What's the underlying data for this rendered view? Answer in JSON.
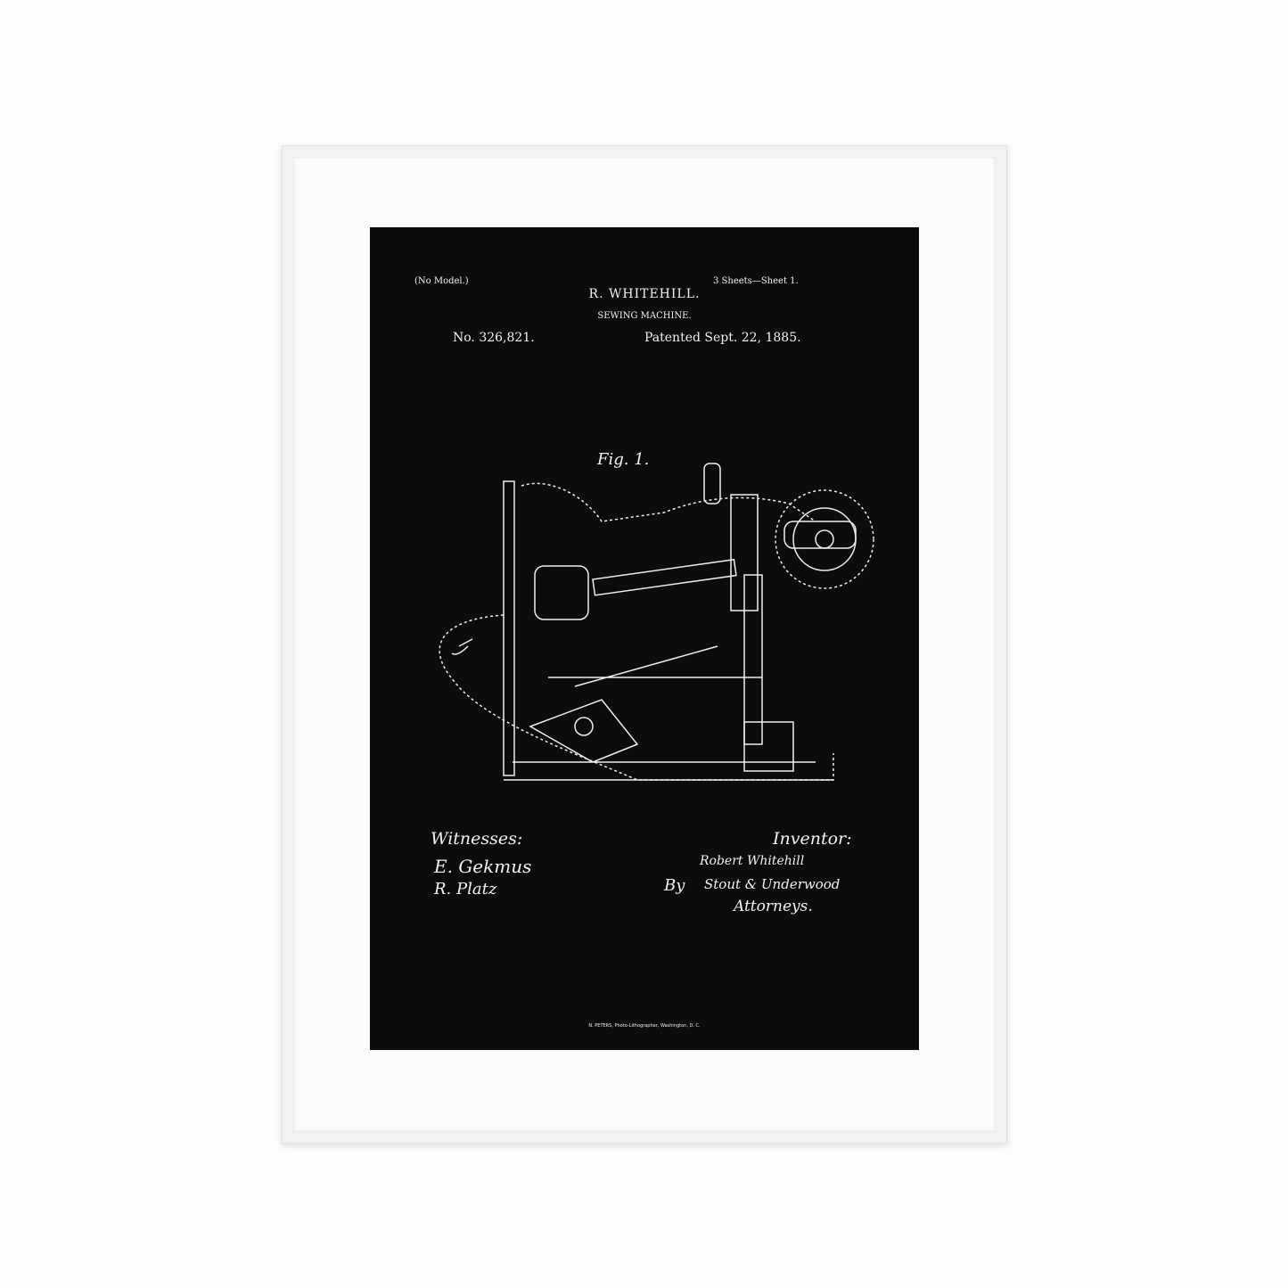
{
  "print": {
    "no_model": "(No Model.)",
    "sheets": "3 Sheets—Sheet 1.",
    "inventor_name": "R. WHITEHILL.",
    "title": "SEWING MACHINE.",
    "patent_no": "No. 326,821.",
    "patented": "Patented Sept. 22, 1885.",
    "figure": "Fig. 1.",
    "witnesses_label": "Witnesses:",
    "witness_1": "E. Gekmus",
    "witness_2": "R. Platz",
    "inventor_label": "Inventor:",
    "inventor_signature": "Robert Whitehill",
    "by": "By",
    "attorneys_signature": "Stout & Underwood",
    "attorneys_label": "Attorneys.",
    "footer": "N. PETERS, Photo-Lithographer, Washington, D. C."
  },
  "colors": {
    "print_bg": "#0c0c0c",
    "ink": "#f2f2f2",
    "frame": "#f2f2f2"
  }
}
